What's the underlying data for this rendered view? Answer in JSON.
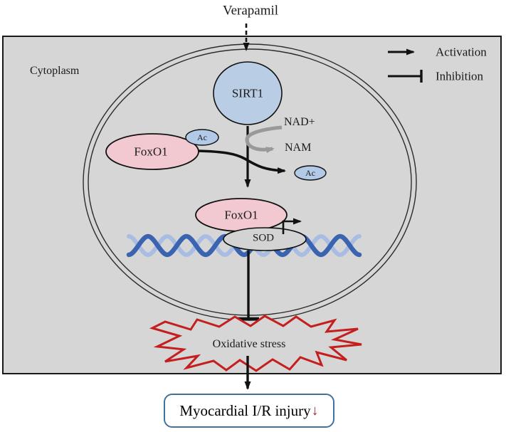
{
  "stimulus": {
    "label": "Verapamil"
  },
  "legend": {
    "activation_label": "Activation",
    "inhibition_label": "Inhibition"
  },
  "compartment": {
    "label": "Cytoplasm"
  },
  "nodes": {
    "sirt1": {
      "label": "SIRT1"
    },
    "foxo1_cytoplasmic": {
      "label": "FoxO1"
    },
    "ac_bound": {
      "label": "Ac"
    },
    "ac_released": {
      "label": "Ac"
    },
    "cofactor_in": {
      "label": "NAD+"
    },
    "cofactor_out": {
      "label": "NAM"
    },
    "foxo1_nuclear": {
      "label": "FoxO1"
    },
    "sod_gene": {
      "label": "SOD"
    },
    "oxidative_stress": {
      "label": "Oxidative stress"
    },
    "outcome": {
      "label": "Myocardial I/R injury",
      "direction_arrow": "↓"
    }
  },
  "colors": {
    "panel_background": "#d6d6d6",
    "node_blue": "#b9cde4",
    "node_pink": "#f2c9d1",
    "ac_blue": "#b3c9e8",
    "sod_gray": "#d3d3d3",
    "dna_dark_blue": "#3a64b0",
    "dna_light_blue": "#a9bde3",
    "starburst_red": "#c41e1e",
    "cofactor_arrow_gray": "#999999",
    "outcome_border_blue": "#41719c",
    "outcome_arrow_red": "#b22222"
  }
}
